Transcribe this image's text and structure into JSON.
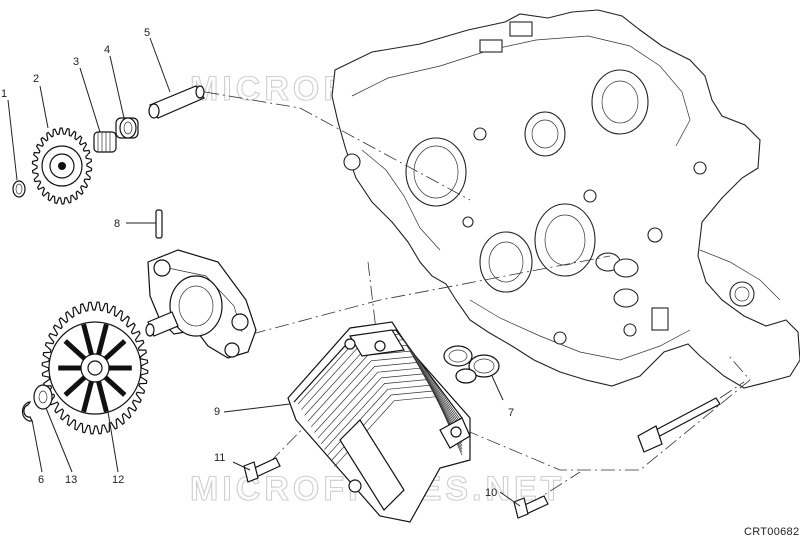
{
  "diagram": {
    "code": "CRT00682",
    "watermark": "MICROFICHES.NET",
    "callouts": [
      {
        "id": "c1",
        "label": "1"
      },
      {
        "id": "c2",
        "label": "2"
      },
      {
        "id": "c3",
        "label": "3"
      },
      {
        "id": "c4",
        "label": "4"
      },
      {
        "id": "c5",
        "label": "5"
      },
      {
        "id": "c6",
        "label": "6"
      },
      {
        "id": "c7",
        "label": "7"
      },
      {
        "id": "c8",
        "label": "8"
      },
      {
        "id": "c9",
        "label": "9"
      },
      {
        "id": "c10",
        "label": "10"
      },
      {
        "id": "c11",
        "label": "11"
      },
      {
        "id": "c12",
        "label": "12"
      },
      {
        "id": "c13",
        "label": "13"
      }
    ]
  },
  "colors": {
    "ink": "#111111",
    "watermark": "#cfcfcf",
    "background": "#ffffff"
  }
}
